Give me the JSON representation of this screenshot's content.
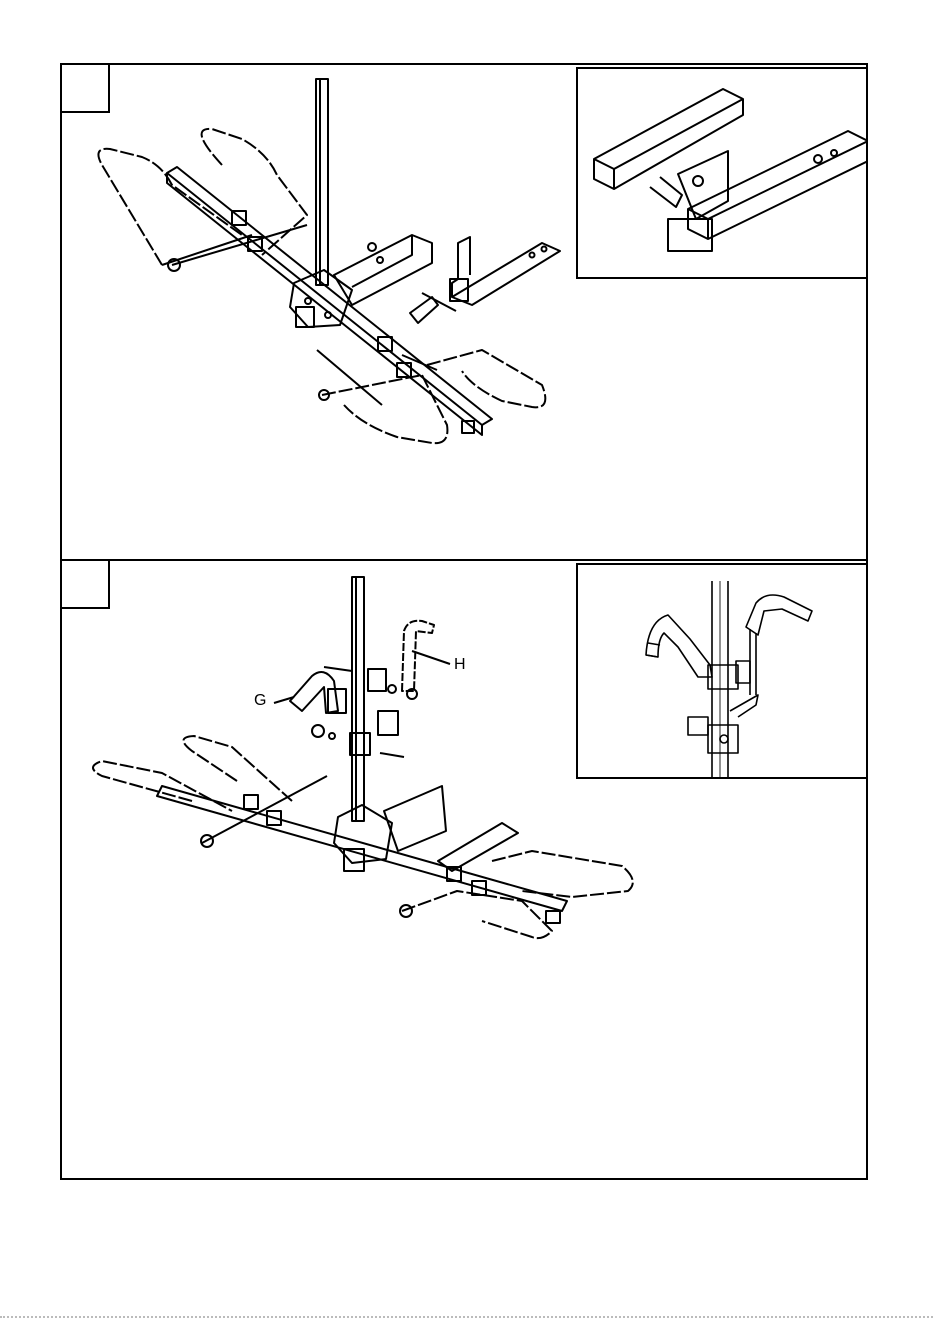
{
  "panels": [
    {
      "id": "step-1",
      "step_label": "",
      "callouts": []
    },
    {
      "id": "step-2",
      "step_label": "",
      "callouts": [
        "G",
        "H"
      ]
    }
  ],
  "colors": {
    "line": "#000000",
    "background": "#ffffff"
  }
}
